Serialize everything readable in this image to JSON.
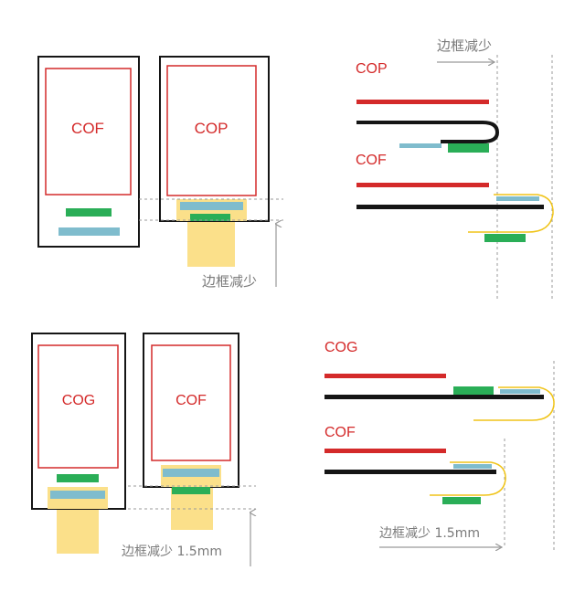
{
  "colors": {
    "panel_red": "#d42a2a",
    "frame_black": "#151515",
    "chip_green": "#2aae57",
    "chip_blue": "#7fbccd",
    "flex_yellow": "#fbe08a",
    "flex_line_yellow": "#f0c419",
    "guide_gray": "#9a9a9a"
  },
  "top_left": {
    "panel_a_label": "COF",
    "panel_b_label": "COP",
    "reduction_label": "边框减少"
  },
  "top_right": {
    "reduction_label": "边框减少",
    "cop_label": "COP",
    "cof_label": "COF"
  },
  "bottom_left": {
    "panel_a_label": "COG",
    "panel_b_label": "COF",
    "reduction_label": "边框减少 1.5mm"
  },
  "bottom_right": {
    "cog_label": "COG",
    "cof_label": "COF",
    "reduction_label": "边框减少 1.5mm"
  }
}
